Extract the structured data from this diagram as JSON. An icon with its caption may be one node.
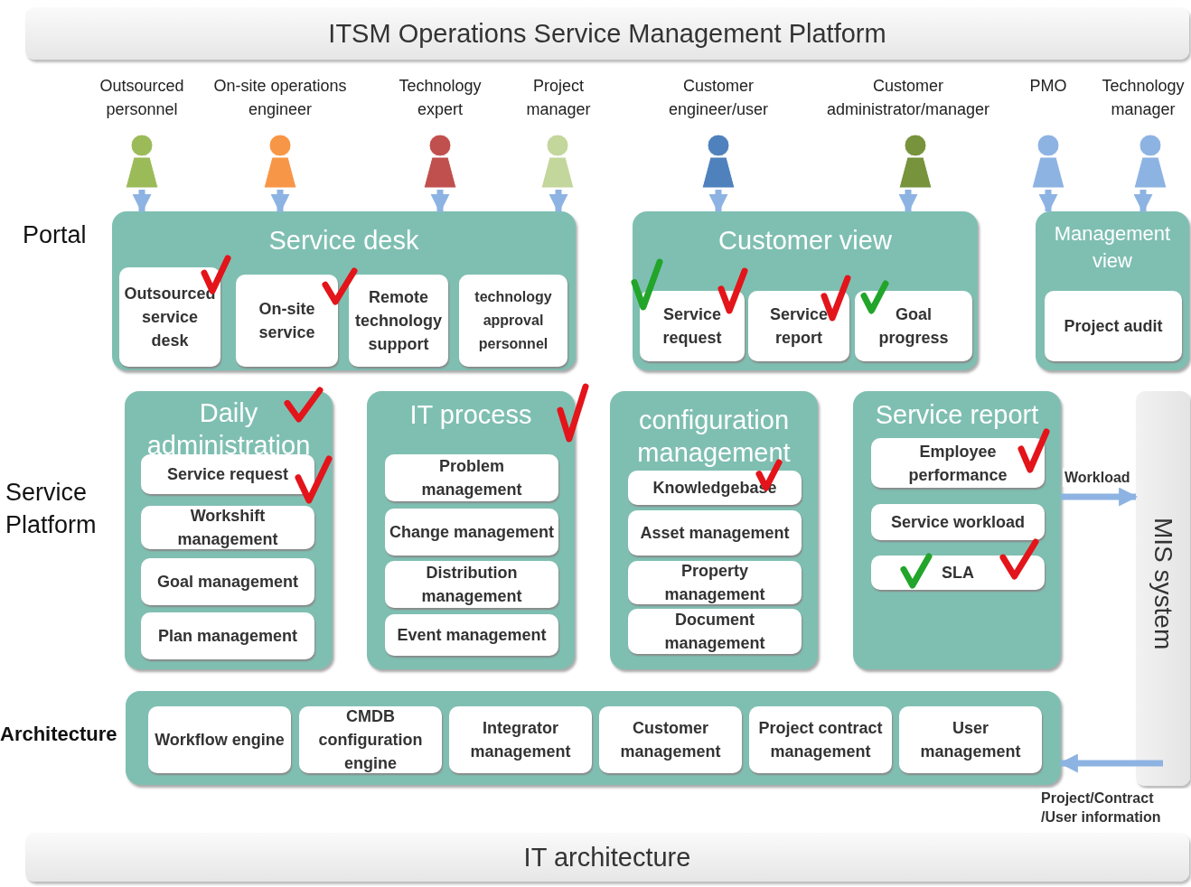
{
  "diagram": {
    "nodes": [
      {
        "text": [
          "ITSM Operations Service Management Platform"
        ]
      },
      {
        "text": [
          "Outsourced personnel"
        ]
      },
      {
        "text": [
          "On-site operations engineer"
        ]
      },
      {
        "text": [
          "Technology expert"
        ]
      },
      {
        "text": [
          "Project manager"
        ]
      },
      {
        "text": [
          "Customer engineer/user"
        ]
      },
      {
        "text": [
          "Customer administrator/manager"
        ]
      },
      {
        "text": [
          "PMO"
        ]
      },
      {
        "text": [
          "Technology manager"
        ]
      },
      {
        "text": [
          "Service desk"
        ]
      },
      {
        "text": [
          "Outsourced service desk"
        ],
        "in": 9
      },
      {
        "text": [
          "On-site service"
        ],
        "in": 9
      },
      {
        "text": [
          "Remote technology support"
        ],
        "in": 9
      },
      {
        "text": [
          "technology approval personnel"
        ],
        "in": 9
      },
      {
        "text": [
          "Customer view"
        ]
      },
      {
        "text": [
          "Service request"
        ],
        "in": 14
      },
      {
        "text": [
          "Service report"
        ],
        "in": 14
      },
      {
        "text": [
          "Goal progress"
        ],
        "in": 14
      },
      {
        "text": [
          "Management view"
        ]
      },
      {
        "text": [
          "Project audit"
        ],
        "in": 18
      },
      {
        "text": [
          "Daily administration"
        ]
      },
      {
        "text": [
          "Service request"
        ],
        "in": 20
      },
      {
        "text": [
          "Workshift management"
        ],
        "in": 20
      },
      {
        "text": [
          "Goal management"
        ],
        "in": 20
      },
      {
        "text": [
          "Plan management"
        ],
        "in": 20
      },
      {
        "text": [
          "IT process"
        ]
      },
      {
        "text": [
          "Problem management"
        ],
        "in": 25
      },
      {
        "text": [
          "Change management"
        ],
        "in": 25
      },
      {
        "text": [
          "Distribution management"
        ],
        "in": 25
      },
      {
        "text": [
          "Event management"
        ],
        "in": 25
      },
      {
        "text": [
          "configuration management"
        ]
      },
      {
        "text": [
          "Knowledgebase"
        ],
        "in": 30
      },
      {
        "text": [
          "Asset management"
        ],
        "in": 30
      },
      {
        "text": [
          "Property management"
        ],
        "in": 30
      },
      {
        "text": [
          "Document management"
        ],
        "in": 30
      },
      {
        "text": [
          "Service report"
        ]
      },
      {
        "text": [
          "Employee performance"
        ],
        "in": 35
      },
      {
        "text": [
          "Service workload"
        ],
        "in": 35
      },
      {
        "text": [
          "SLA"
        ],
        "in": 35
      },
      {
        "text": [
          "MIS system"
        ]
      },
      {
        "text": [],
        "shape": "box"
      },
      {
        "text": [
          "Workflow engine"
        ],
        "in": 40
      },
      {
        "text": [
          "CMDB configuration engine"
        ],
        "in": 40
      },
      {
        "text": [
          "Integrator management"
        ],
        "in": 40
      },
      {
        "text": [
          "Customer management"
        ],
        "in": 40
      },
      {
        "text": [
          "Project contract management"
        ],
        "in": 40
      },
      {
        "text": [
          "User management"
        ],
        "in": 40
      },
      {
        "text": [
          "IT architecture"
        ]
      }
    ],
    "edges": [
      {
        "from": 1,
        "to": 9,
        "arrow": "to"
      },
      {
        "from": 2,
        "to": 9,
        "arrow": "to"
      },
      {
        "from": 3,
        "to": 9,
        "arrow": "to"
      },
      {
        "from": 4,
        "to": 9,
        "arrow": "to"
      },
      {
        "from": 5,
        "to": 14,
        "arrow": "to"
      },
      {
        "from": 6,
        "to": 14,
        "arrow": "to"
      },
      {
        "from": 7,
        "to": 18,
        "arrow": "to"
      },
      {
        "from": 8,
        "to": 18,
        "arrow": "to"
      },
      {
        "from": 35,
        "to": 39,
        "arrow": "to",
        "label": "Workload"
      },
      {
        "from": 39,
        "to": 40,
        "arrow": "to",
        "label": "Project/Contract /User information"
      }
    ],
    "labels": [
      "Portal",
      "Service Platform",
      "Architecture"
    ]
  }
}
